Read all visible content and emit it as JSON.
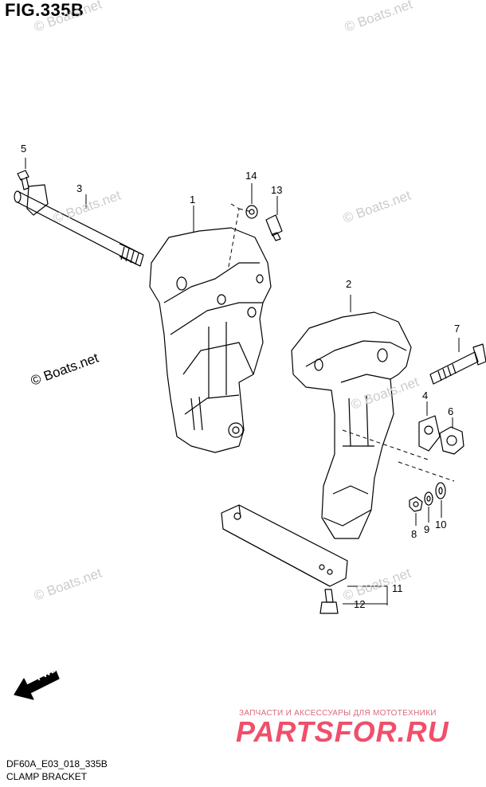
{
  "figure": {
    "title": "FIG.335B",
    "code": "DF60A_E03_018_335B",
    "name": "CLAMP BRACKET"
  },
  "callouts": [
    {
      "id": "c1",
      "label": "1"
    },
    {
      "id": "c2",
      "label": "2"
    },
    {
      "id": "c3",
      "label": "3"
    },
    {
      "id": "c4",
      "label": "4"
    },
    {
      "id": "c5",
      "label": "5"
    },
    {
      "id": "c6",
      "label": "6"
    },
    {
      "id": "c7",
      "label": "7"
    },
    {
      "id": "c8",
      "label": "8"
    },
    {
      "id": "c9",
      "label": "9"
    },
    {
      "id": "c10",
      "label": "10"
    },
    {
      "id": "c11",
      "label": "11"
    },
    {
      "id": "c12",
      "label": "12"
    },
    {
      "id": "c13",
      "label": "13"
    },
    {
      "id": "c14",
      "label": "14"
    }
  ],
  "watermarks": {
    "main": "© Boats.net",
    "faint": "© Boats.net"
  },
  "fwd": "FWD",
  "shop": {
    "subtitle": "ЗАПЧАСТИ И АКСЕССУАРЫ ДЛЯ МОТОТЕХНИКИ",
    "brand": "PARTSFOR.RU"
  }
}
